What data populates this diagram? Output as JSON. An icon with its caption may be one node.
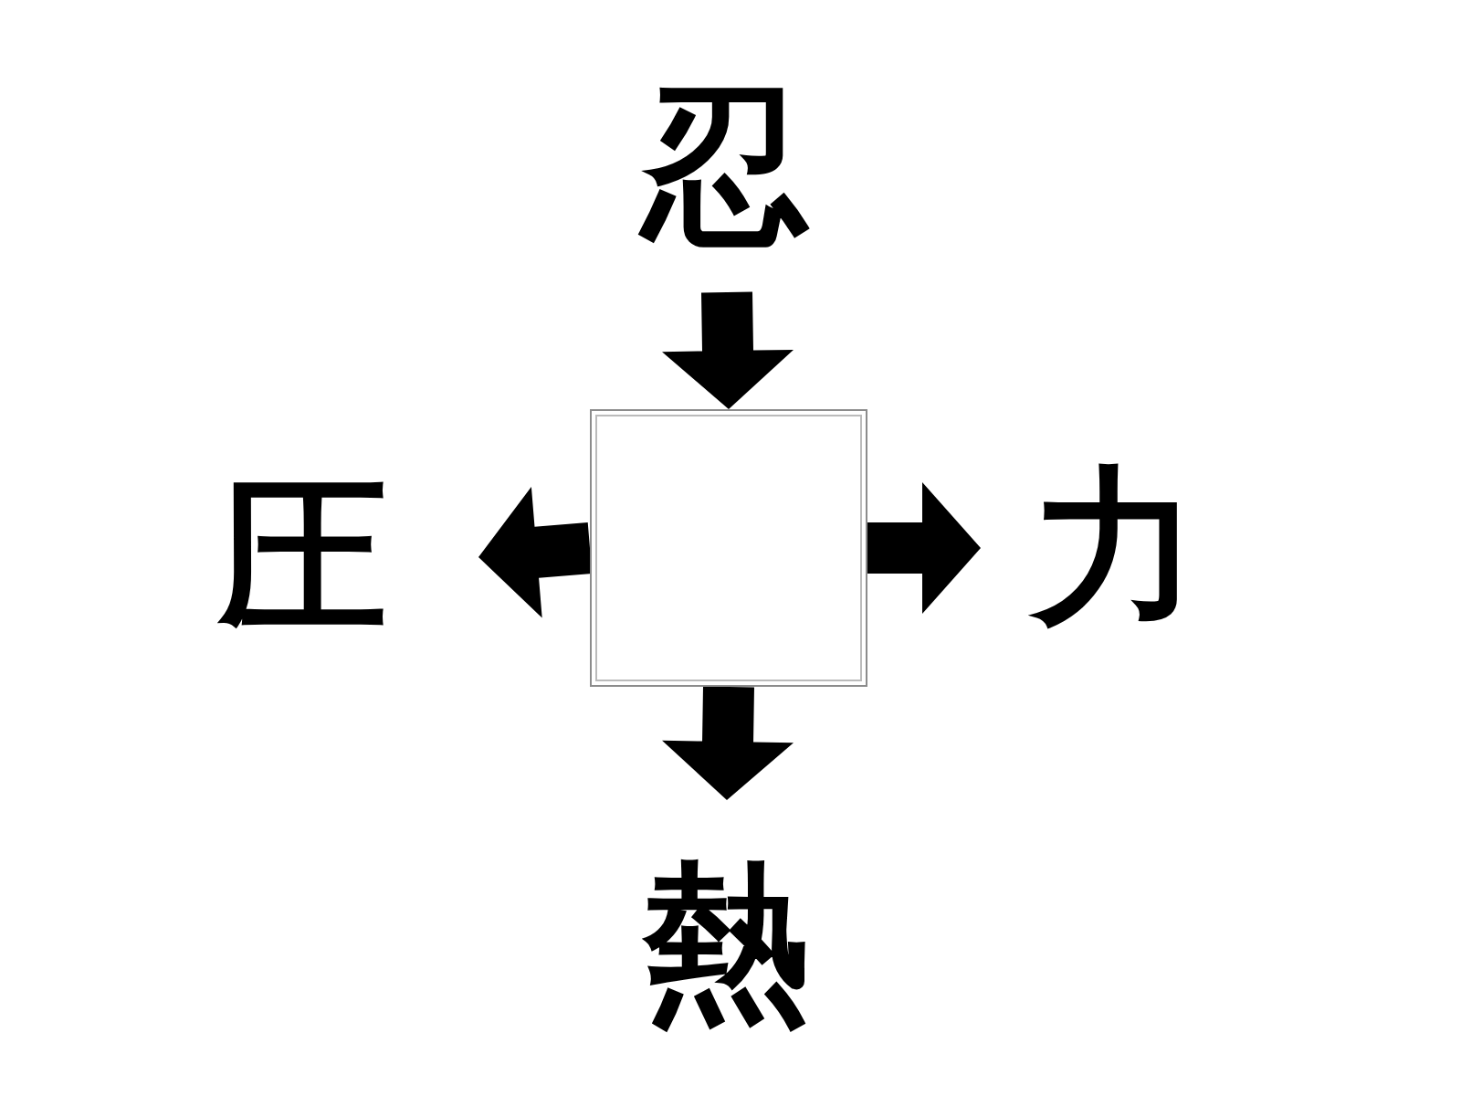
{
  "diagram": {
    "nodes": [
      {
        "text": [
          "忍"
        ]
      },
      {
        "text": [],
        "shape": "box"
      },
      {
        "text": [
          "圧"
        ]
      },
      {
        "text": [
          "力"
        ]
      },
      {
        "text": [
          "熱"
        ]
      }
    ],
    "edges": [
      {
        "from": 0,
        "to": 1,
        "arrow": "to"
      },
      {
        "from": 1,
        "to": 2,
        "arrow": "to"
      },
      {
        "from": 1,
        "to": 3,
        "arrow": "to"
      },
      {
        "from": 1,
        "to": 4,
        "arrow": "to"
      }
    ]
  }
}
